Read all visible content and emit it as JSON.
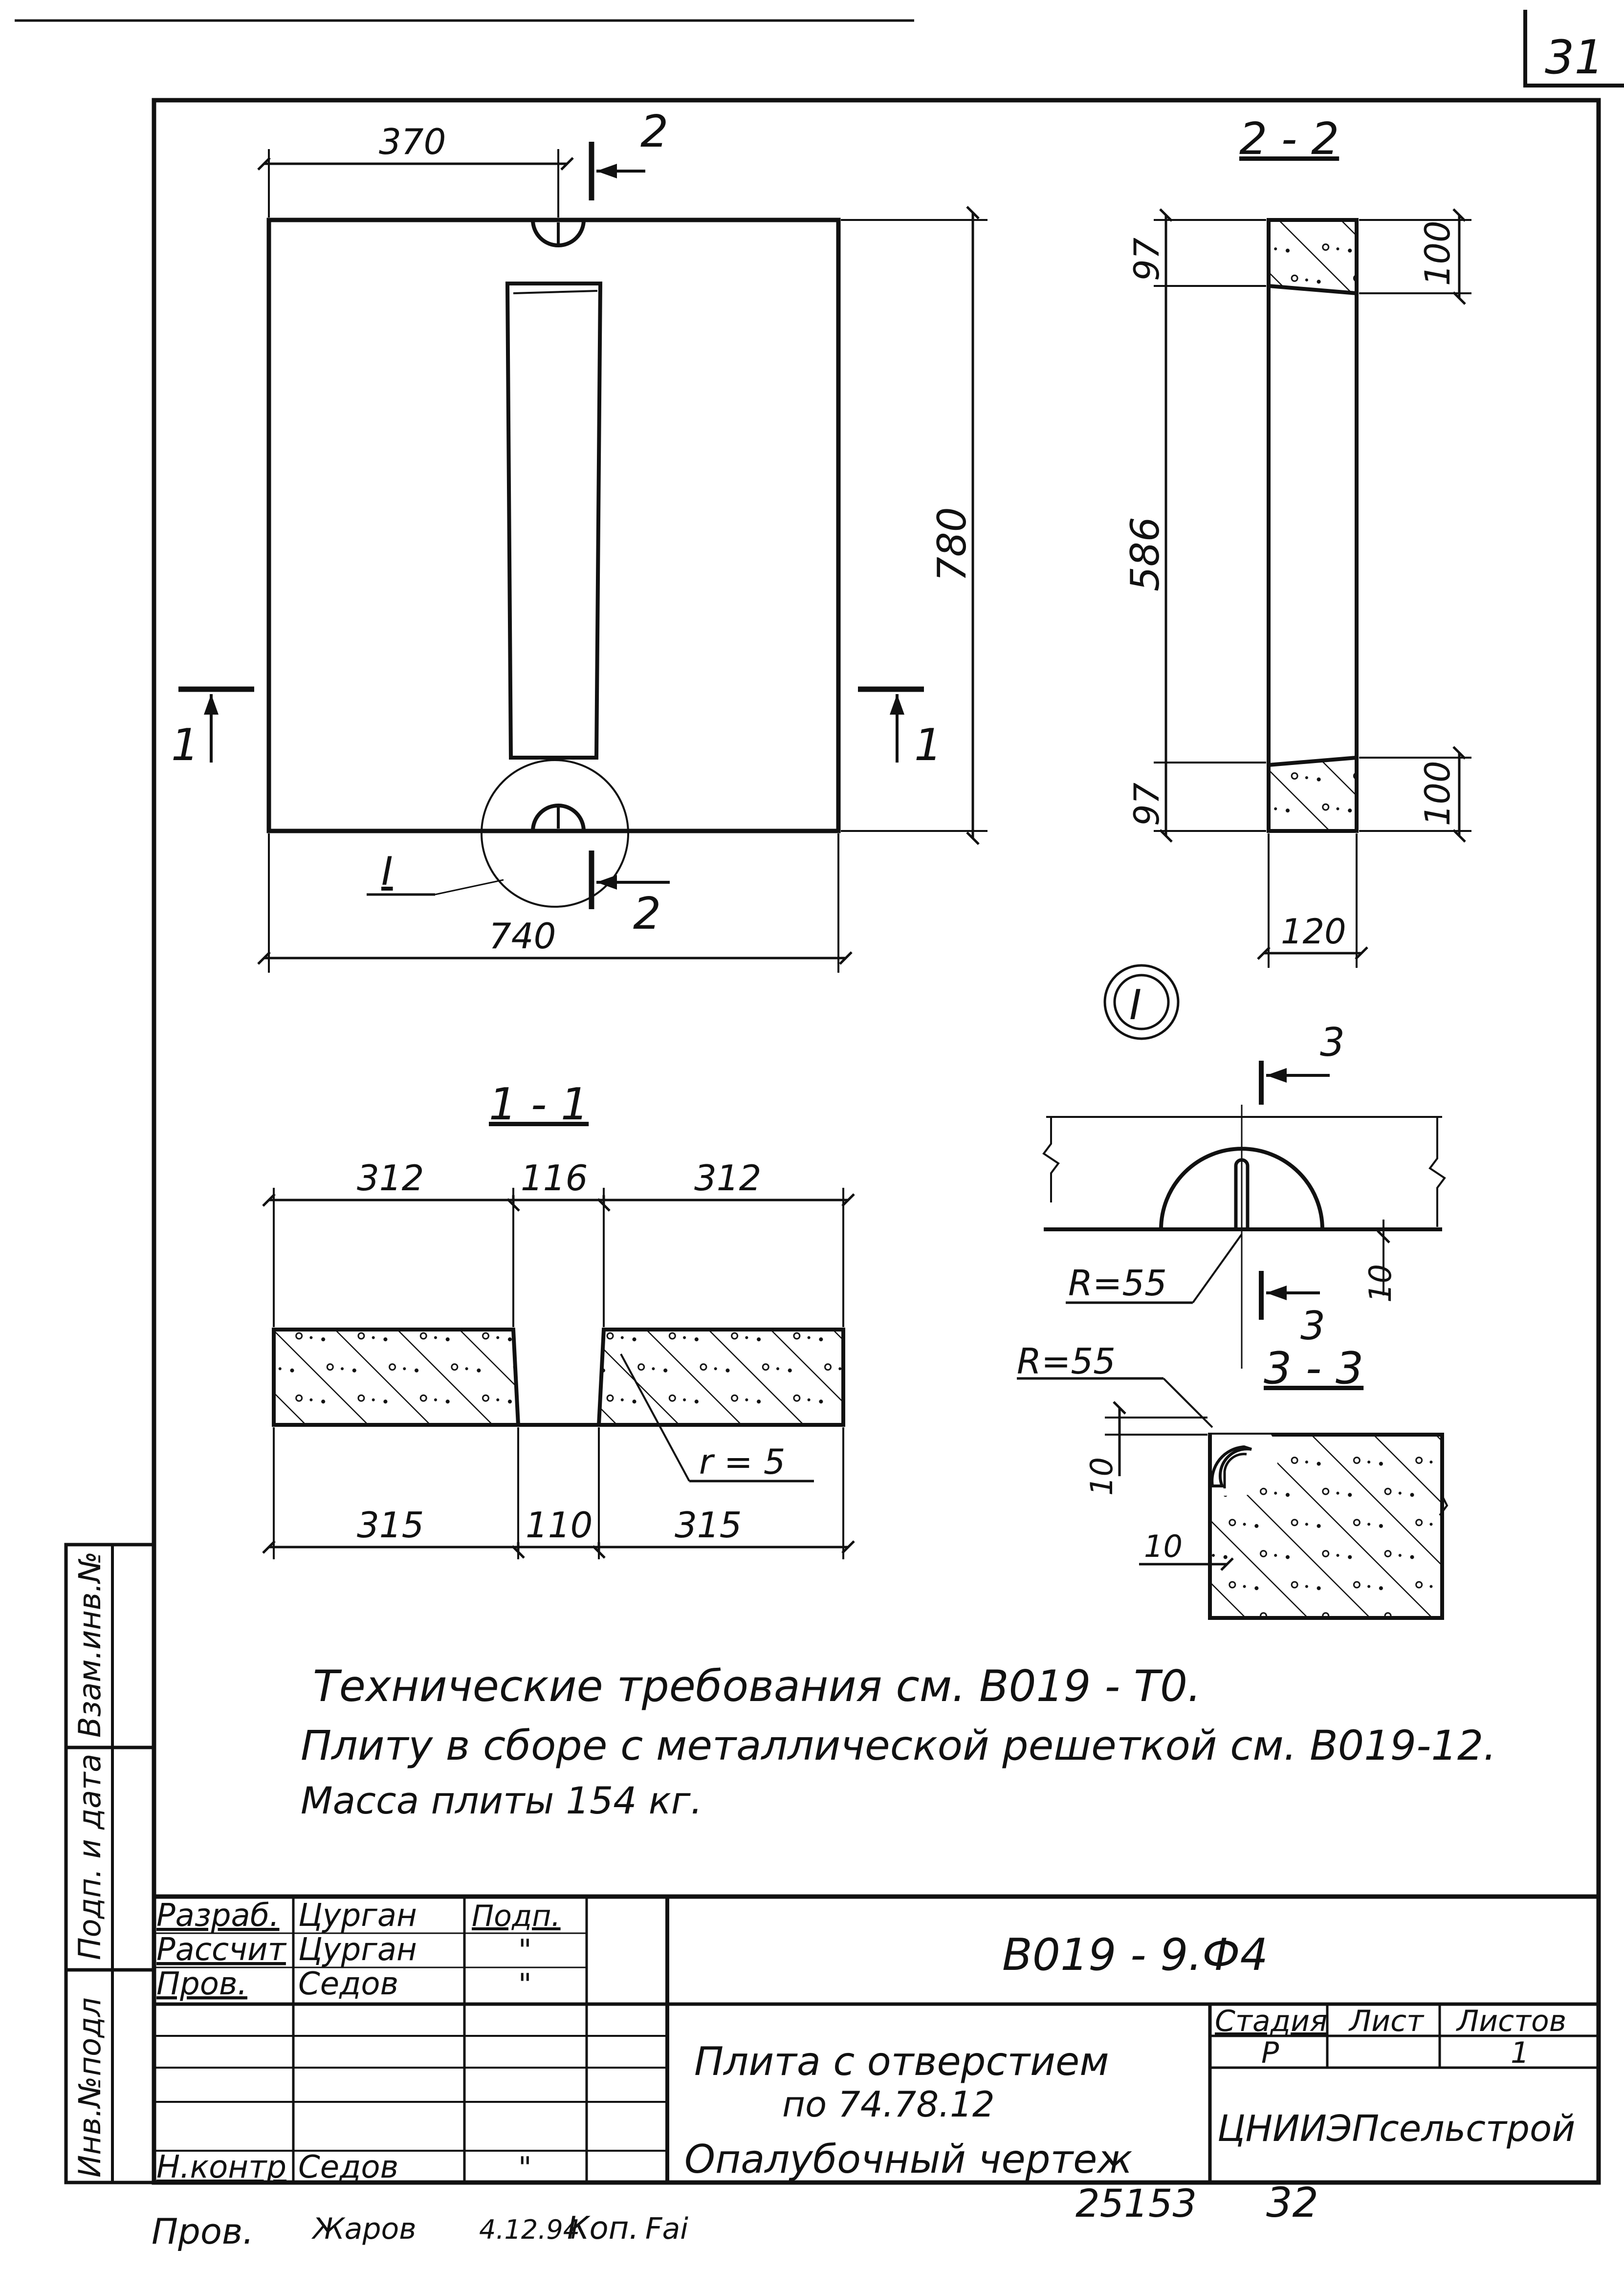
{
  "page_number": "31",
  "views": {
    "plan": {
      "dims": {
        "top_half": "370",
        "width": "740",
        "height": "780"
      },
      "section_marks": [
        "2",
        "2",
        "1",
        "1"
      ],
      "detail_label": "I"
    },
    "section_2_2": {
      "title": "2 - 2",
      "dims": {
        "top_left": "97",
        "top_right": "100",
        "middle": "586",
        "bottom_left": "97",
        "bottom_right": "100",
        "thickness": "120"
      }
    },
    "section_1_1": {
      "title": "1 - 1",
      "dims_top": [
        "312",
        "116",
        "312"
      ],
      "dims_bottom": [
        "315",
        "110",
        "315"
      ],
      "radius_note": "r = 5"
    },
    "detail_I": {
      "badge": "I",
      "section_mark": "3",
      "radius": "R=55",
      "dim": "10"
    },
    "section_3_3": {
      "title": "3 - 3",
      "radius": "R=55",
      "dim_v": "10",
      "dim_h": "10"
    }
  },
  "notes": [
    "Технические требования см. В019 - Т0.",
    "Плиту в сборе с металлической решеткой см. В019-12.",
    "Масса плиты 154 кг."
  ],
  "side_stamp": {
    "labels": [
      "Взам.инв.№",
      "Подп. и дата",
      "Инв.№подл"
    ]
  },
  "title_block": {
    "doc_code": "В019 - 9.Ф4",
    "roles": [
      {
        "role": "Разраб.",
        "name": "Цурган",
        "sign": "Подп."
      },
      {
        "role": "Рассчит",
        "name": "Цурган",
        "sign": "\""
      },
      {
        "role": "Пров.",
        "name": "Седов",
        "sign": "\""
      },
      {
        "role": "Н.контр",
        "name": "Седов",
        "sign": "\""
      }
    ],
    "title_lines": [
      "Плита с отверстием",
      "по 74.78.12",
      "Опалубочный чертеж"
    ],
    "stage_header": "Стадия",
    "sheet_header": "Лист",
    "sheets_header": "Листов",
    "stage_value": "Р",
    "sheets_value": "1",
    "organization": "ЦНИИЭПсельстрой"
  },
  "footer": {
    "checked_label": "Пров.",
    "signature": "Жаров",
    "date": "4.12.94",
    "copy_label": "Коп.",
    "copy_signature": "Fai",
    "archive_no": "25153",
    "page": "32"
  }
}
